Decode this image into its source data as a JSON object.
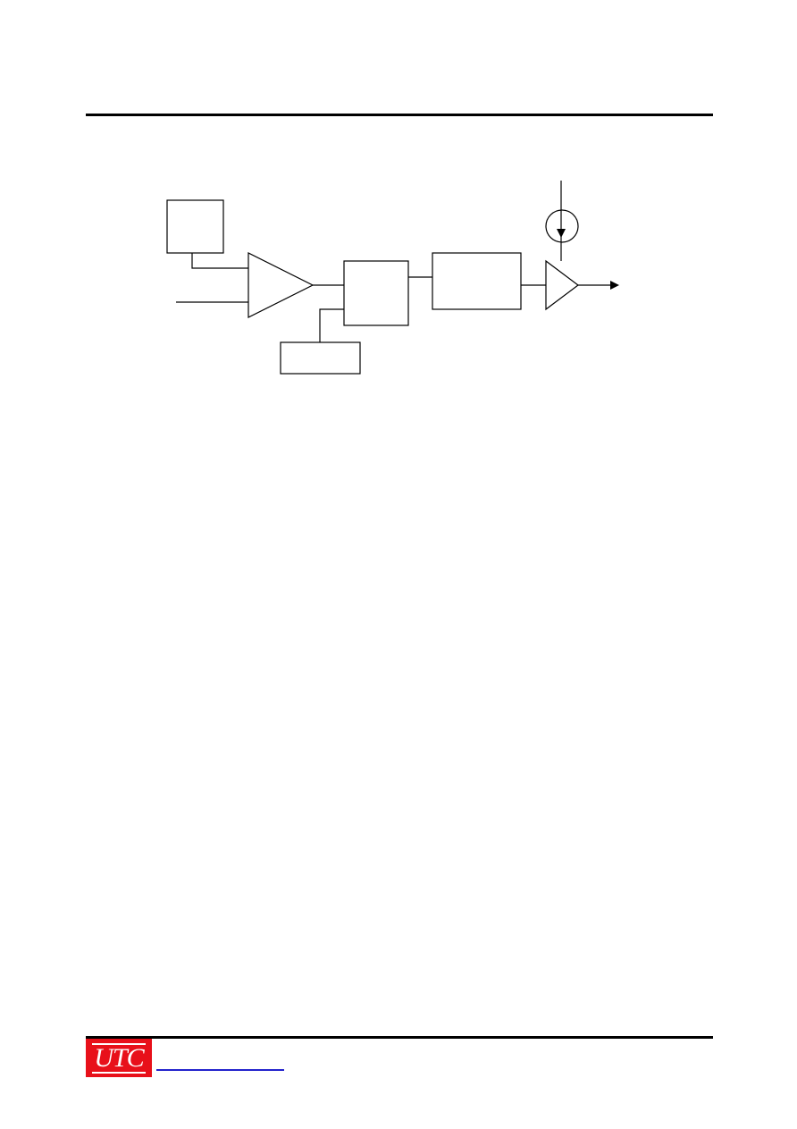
{
  "header": {},
  "diagram": {
    "blocks": [
      {
        "id": "reference-block"
      },
      {
        "id": "comparator-amplifier"
      },
      {
        "id": "logic-block"
      },
      {
        "id": "driver-block"
      },
      {
        "id": "bias-block"
      },
      {
        "id": "output-buffer"
      },
      {
        "id": "current-source"
      }
    ]
  },
  "footer": {
    "logo_text": "UTC",
    "colors": {
      "logo_background": "#e8101a",
      "link": "#2222cc"
    }
  }
}
